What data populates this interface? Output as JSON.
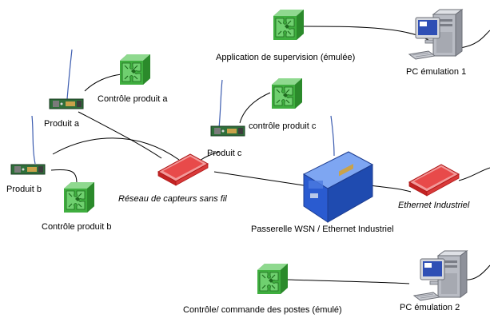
{
  "diagram": {
    "labels": {
      "app_supervision": "Application de supervision (émulée)",
      "pc1": "PC émulation 1",
      "controle_produit_a": "Contrôle produit a",
      "produit_a": "Produit a",
      "controle_produit_c": "contrôle produit c",
      "produit_c": "Produit c",
      "produit_b": "Produit b",
      "reseau_capteurs": "Réseau de capteurs sans fil",
      "ethernet_industriel": "Ethernet Industriel",
      "passerelle": "Passerelle WSN /  Ethernet Industriel",
      "controle_produit_b": "Contrôle produit b",
      "controle_commande": "Contrôle/ commande des postes (émulé)",
      "pc2": "PC émulation 2"
    },
    "colors": {
      "puzzle_green": "#3fae3f",
      "puzzle_dark": "#1e6a1e",
      "hub_red": "#e84a4a",
      "gateway_blue": "#2a5bd0",
      "pcb_green": "#2f6f3a"
    },
    "icons": {
      "software": "puzzle-cube-icon",
      "computer": "desktop-pc-icon",
      "sensor": "wireless-sensor-node-icon",
      "network": "network-hub-icon",
      "gateway": "gateway-box-icon"
    }
  }
}
